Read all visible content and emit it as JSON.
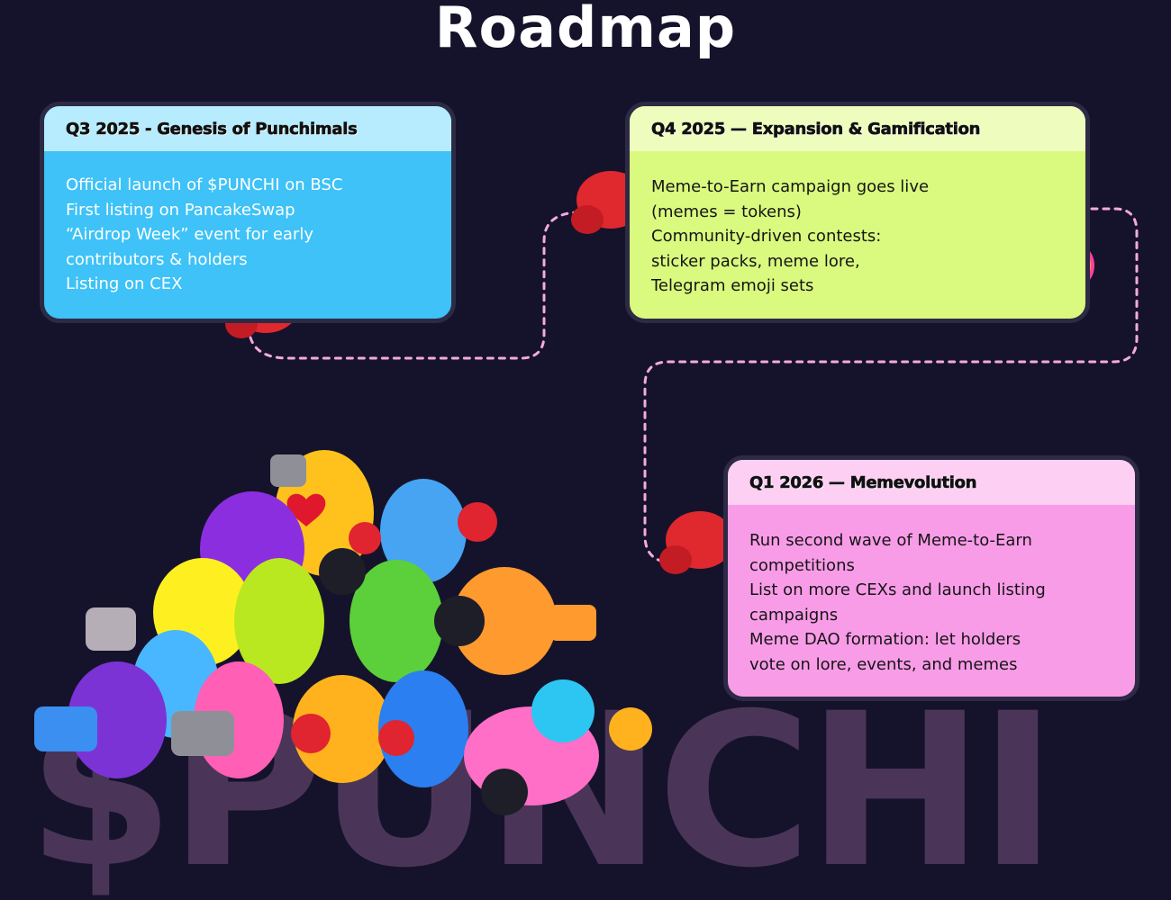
{
  "title": "Roadmap",
  "watermark": "$PUNCHI",
  "phases": [
    {
      "heading": "Q3 2025 - Genesis of Punchimals",
      "items": [
        "Official launch of $PUNCHI on BSC",
        "First listing on PancakeSwap",
        "“Airdrop Week” event for early",
        "contributors & holders",
        "Listing on CEX"
      ]
    },
    {
      "heading": "Q4 2025 — Expansion & Gamification",
      "items": [
        "Meme-to-Earn campaign goes live",
        "(memes = tokens)",
        "Community-driven contests:",
        "sticker packs, meme lore,",
        "Telegram emoji sets"
      ]
    },
    {
      "heading": "Q1 2026 — Memevolution",
      "items": [
        "Run second wave of Meme-to-Earn",
        "competitions",
        "List on more CEXs and launch listing",
        "campaigns",
        "Meme DAO formation: let holders",
        "vote on lore, events, and memes"
      ]
    }
  ],
  "colors": {
    "background": "#15132b",
    "card1": "#3ec2f7",
    "card2": "#d9fa7e",
    "card3": "#f99ce8",
    "path": "#f3a9e2",
    "glove": "#e0282f"
  },
  "icons": [
    "boxing-glove-icon",
    "character-mascot-icon"
  ]
}
